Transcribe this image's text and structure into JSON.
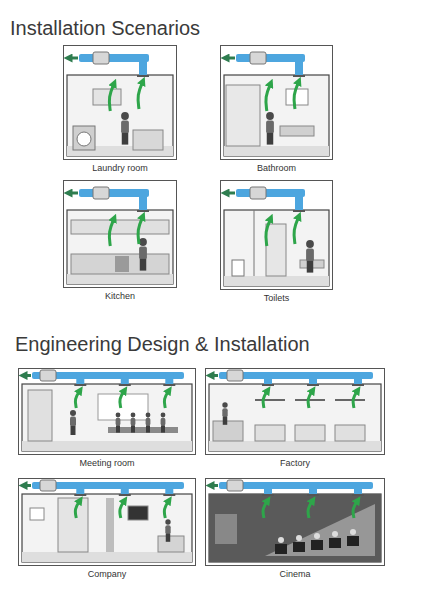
{
  "diagram": {
    "nodes": [
      {
        "text": [
          "Laundry room"
        ]
      },
      {
        "text": [
          "Bathroom"
        ]
      },
      {
        "text": [
          "Kitchen"
        ]
      },
      {
        "text": [
          "Toilets"
        ]
      },
      {
        "text": [
          "Meeting room"
        ]
      },
      {
        "text": [
          "Factory"
        ]
      },
      {
        "text": [
          "Company"
        ]
      },
      {
        "text": [
          "Cinema"
        ]
      }
    ],
    "labels": [
      "Installation Scenarios",
      "Engineering Design & Installation"
    ]
  }
}
